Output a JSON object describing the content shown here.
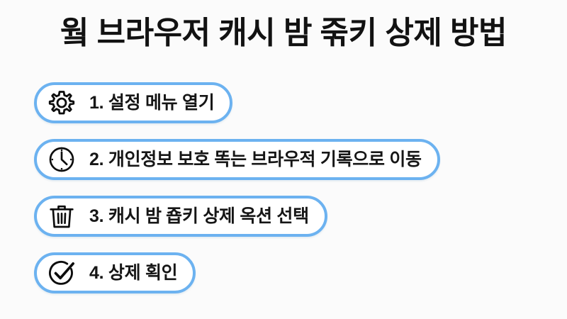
{
  "page": {
    "background_color": "#fbfbfb",
    "accent_color": "#6cb2f0",
    "text_color": "#161616"
  },
  "header": {
    "title": "웤 브라우저 캐시 밤 죾키 상제 방법"
  },
  "steps": [
    {
      "icon": "gear-icon",
      "label": "1. 설정 메뉴 열기"
    },
    {
      "icon": "clock-icon",
      "label": "2. 개인정보 보호 똑는 브라우적 기록으로 이동"
    },
    {
      "icon": "trash-icon",
      "label": "3. 캐시 밤 죱키 상제 옥션 선택"
    },
    {
      "icon": "check-circle-icon",
      "label": "4. 상제 획인"
    }
  ]
}
